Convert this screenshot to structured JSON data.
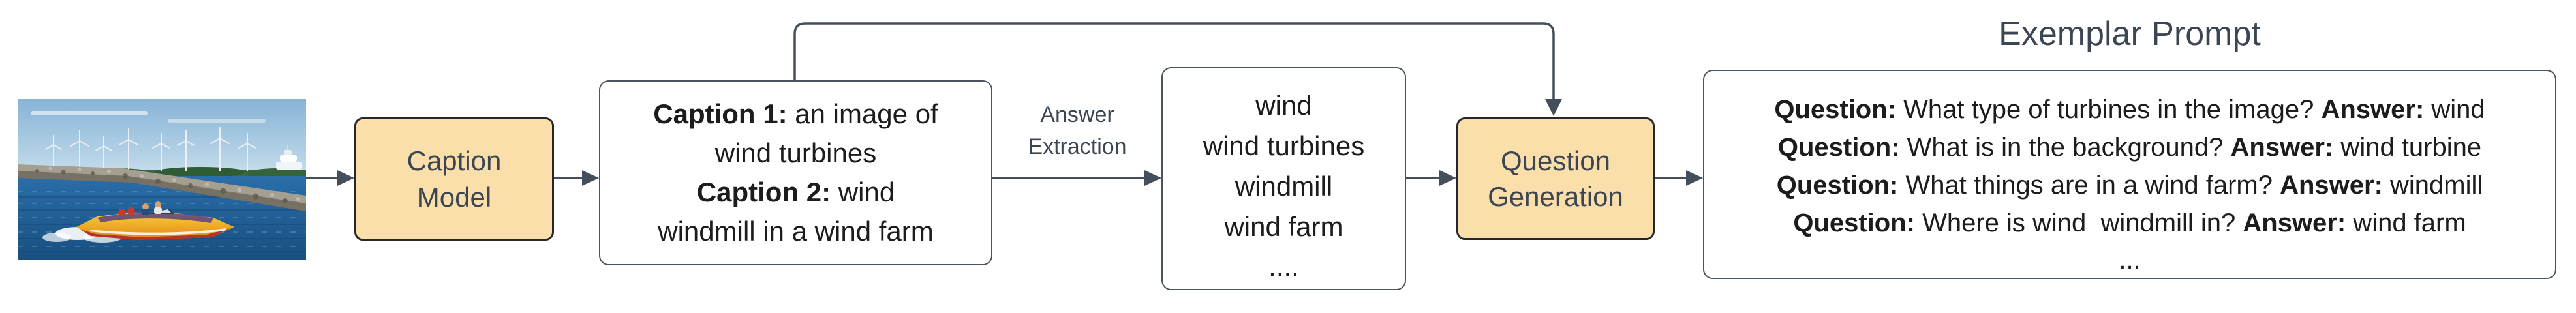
{
  "input_image": {
    "description": "photo of a yellow speedboat on blue water in front of a rocky breakwater with wind turbines on the horizon"
  },
  "caption_model": {
    "line1": "Caption",
    "line2": "Model"
  },
  "captions_box": {
    "lines": [
      {
        "bold": "Caption 1:",
        "text": " an image of"
      },
      {
        "bold": "",
        "text": "wind turbines"
      },
      {
        "bold": "Caption 2:",
        "text": " wind"
      },
      {
        "bold": "",
        "text": "windmill in a wind farm"
      }
    ]
  },
  "answer_extraction": {
    "line1": "Answer",
    "line2": "Extraction"
  },
  "answers_box": {
    "items": [
      "wind",
      "wind turbines",
      "windmill",
      "wind farm"
    ],
    "ellipsis": "...."
  },
  "question_generation": {
    "line1": "Question",
    "line2": "Generation"
  },
  "exemplar": {
    "title": "Exemplar Prompt",
    "qa_pairs": [
      {
        "q_label": "Question:",
        "question": " What type of turbines in the image? ",
        "a_label": "Answer:",
        "answer": " wind"
      },
      {
        "q_label": "Question:",
        "question": " What is in the background? ",
        "a_label": "Answer:",
        "answer": " wind turbine"
      },
      {
        "q_label": "Question:",
        "question": " What things are in a wind farm? ",
        "a_label": "Answer:",
        "answer": " windmill"
      },
      {
        "q_label": "Question:",
        "question": " Where is wind  windmill in? ",
        "a_label": "Answer:",
        "answer": " wind farm"
      }
    ],
    "ellipsis": "..."
  },
  "colors": {
    "process_fill": "#fbdfaa",
    "process_border": "#23272e",
    "connector": "#454f5b",
    "slate_text": "#3c4653",
    "body_text": "#1c1c1e"
  }
}
